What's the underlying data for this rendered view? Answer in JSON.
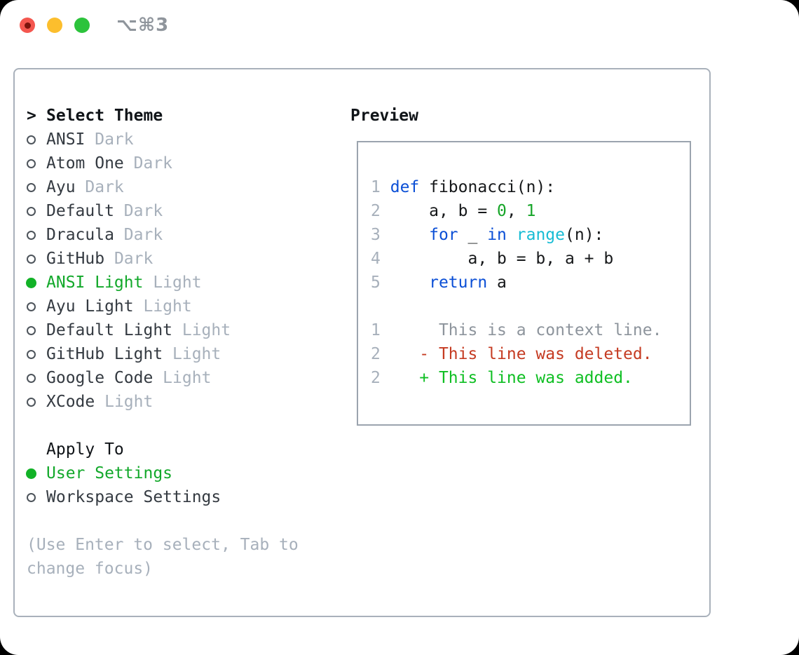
{
  "titlebar": {
    "shortcut": "⌥⌘3",
    "traffic_lights": {
      "close": "#f4574f",
      "minimize": "#fcbe2d",
      "zoom": "#2cc33c"
    }
  },
  "theme_list": {
    "cursor": ">",
    "header": "Select Theme",
    "items": [
      {
        "name": "ANSI",
        "variant": "Dark",
        "selected": false
      },
      {
        "name": "Atom One",
        "variant": "Dark",
        "selected": false
      },
      {
        "name": "Ayu",
        "variant": "Dark",
        "selected": false
      },
      {
        "name": "Default",
        "variant": "Dark",
        "selected": false
      },
      {
        "name": "Dracula",
        "variant": "Dark",
        "selected": false
      },
      {
        "name": "GitHub",
        "variant": "Dark",
        "selected": false
      },
      {
        "name": "ANSI Light",
        "variant": "Light",
        "selected": true
      },
      {
        "name": "Ayu Light",
        "variant": "Light",
        "selected": false
      },
      {
        "name": "Default Light",
        "variant": "Light",
        "selected": false
      },
      {
        "name": "GitHub Light",
        "variant": "Light",
        "selected": false
      },
      {
        "name": "Google Code",
        "variant": "Light",
        "selected": false
      },
      {
        "name": "XCode",
        "variant": "Light",
        "selected": false
      }
    ]
  },
  "apply_to": {
    "header": "Apply To",
    "options": [
      {
        "label": "User Settings",
        "selected": true
      },
      {
        "label": "Workspace Settings",
        "selected": false
      }
    ]
  },
  "help_lines": [
    "(Use Enter to select, Tab to",
    "change focus)"
  ],
  "preview": {
    "title": "Preview",
    "code_lines": [
      {
        "num": "1",
        "tokens": [
          {
            "text": "def",
            "cls": "kw"
          },
          {
            "text": " fibonacci(n):",
            "cls": "code"
          }
        ]
      },
      {
        "num": "2",
        "tokens": [
          {
            "text": "    a, b = ",
            "cls": "code"
          },
          {
            "text": "0",
            "cls": "lit"
          },
          {
            "text": ", ",
            "cls": "code"
          },
          {
            "text": "1",
            "cls": "lit"
          }
        ]
      },
      {
        "num": "3",
        "tokens": [
          {
            "text": "    ",
            "cls": "code"
          },
          {
            "text": "for",
            "cls": "kw"
          },
          {
            "text": " _ ",
            "cls": "code"
          },
          {
            "text": "in",
            "cls": "kw"
          },
          {
            "text": " ",
            "cls": "code"
          },
          {
            "text": "range",
            "cls": "fn"
          },
          {
            "text": "(n):",
            "cls": "code"
          }
        ]
      },
      {
        "num": "4",
        "tokens": [
          {
            "text": "        a, b = b, a + b",
            "cls": "code"
          }
        ]
      },
      {
        "num": "5",
        "tokens": [
          {
            "text": "    ",
            "cls": "code"
          },
          {
            "text": "return",
            "cls": "kw"
          },
          {
            "text": " a",
            "cls": "code"
          }
        ]
      }
    ],
    "diff_lines": [
      {
        "num": "1",
        "marker": " ",
        "text": "This is a context line.",
        "cls": "ctx"
      },
      {
        "num": "2",
        "marker": "-",
        "text": "This line was deleted.",
        "cls": "del"
      },
      {
        "num": "2",
        "marker": "+",
        "text": "This line was added.",
        "cls": "add"
      }
    ]
  },
  "colors": {
    "keyword_blue": "#0b4fd6",
    "function_cyan": "#17bcd4",
    "literal_green": "#16a528",
    "added_green": "#0fbf23",
    "deleted_red": "#c53b22",
    "selected_green": "#12a82a",
    "muted_gray": "#a7b0bb",
    "context_gray": "#8d949c",
    "text_dark": "#343a41",
    "frame_border": "#a9b1bb",
    "preview_border": "#9ba4ae"
  }
}
